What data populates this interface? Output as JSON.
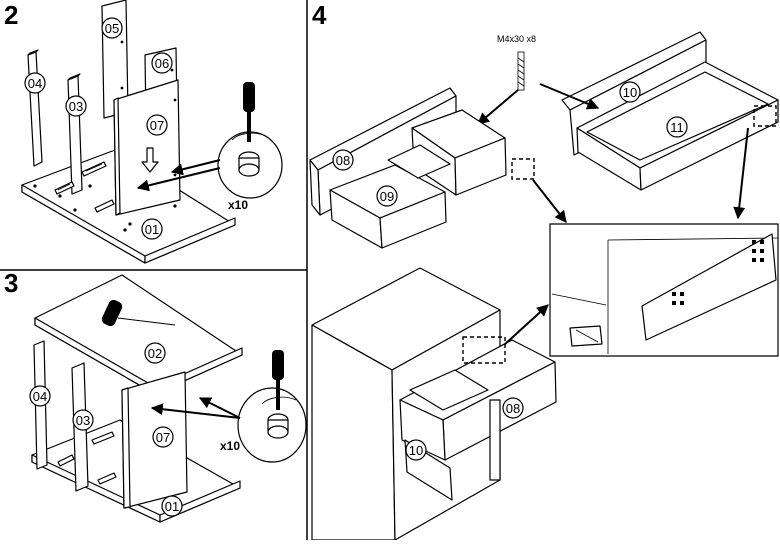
{
  "steps": [
    {
      "number": "2",
      "part_labels": [
        "04",
        "03",
        "05",
        "06",
        "07",
        "01"
      ],
      "quantity": "x10"
    },
    {
      "number": "3",
      "part_labels": [
        "02",
        "04",
        "03",
        "07",
        "01"
      ],
      "quantity": "x10"
    },
    {
      "number": "4",
      "part_labels": [
        "08",
        "09",
        "10",
        "11",
        "08",
        "10"
      ],
      "screw_spec": "M4x30 x8"
    }
  ],
  "icons": {
    "screwdriver": "screwdriver-icon",
    "cam_lock": "cam-lock-icon",
    "drawer_runner": "drawer-runner-icon",
    "mallet": "mallet-icon"
  },
  "colors": {
    "line": "#000000",
    "background": "#ffffff"
  }
}
